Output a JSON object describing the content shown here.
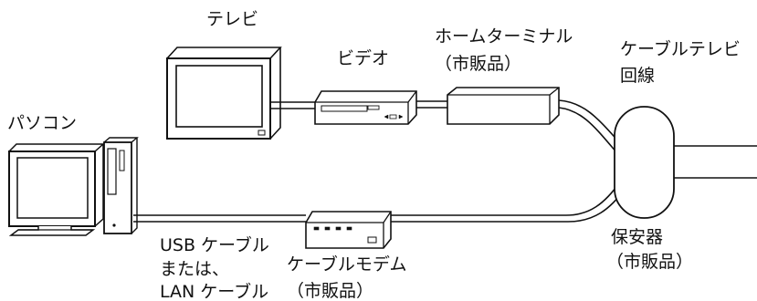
{
  "labels": {
    "tv": "テレビ",
    "video": "ビデオ",
    "home_terminal_line1": "ホームターミナル",
    "home_terminal_line2": "（市販品）",
    "cable_tv_line1": "ケーブルテレビ",
    "cable_tv_line2": "回線",
    "pc": "パソコン",
    "usb_cable_line1": "USB ケーブル",
    "usb_cable_line2": "または、",
    "usb_cable_line3": "LAN ケーブル",
    "cable_modem_line1": "ケーブルモデム",
    "cable_modem_line2": "（市販品）",
    "protector_line1": "保安器",
    "protector_line2": "（市販品）"
  }
}
